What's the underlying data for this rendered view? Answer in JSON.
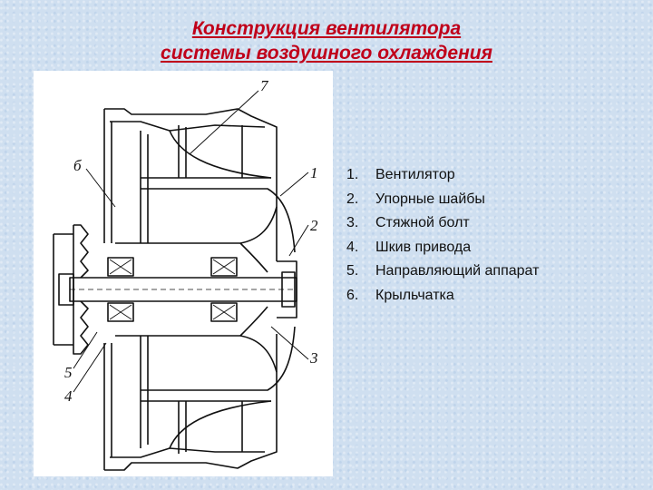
{
  "title": {
    "line1": "Конструкция вентилятора",
    "line2": "системы воздушного охлаждения"
  },
  "diagram": {
    "callouts": [
      "7",
      "б",
      "1",
      "2",
      "3",
      "5",
      "4"
    ]
  },
  "legend": [
    {
      "num": "1.",
      "text": "Вентилятор"
    },
    {
      "num": "2.",
      "text": "Упорные шайбы"
    },
    {
      "num": "3.",
      "text": "Стяжной болт"
    },
    {
      "num": "4.",
      "text": "Шкив привода"
    },
    {
      "num": "5.",
      "text": "Направляющий аппарат"
    },
    {
      "num": "6.",
      "text": "Крыльчатка"
    }
  ]
}
